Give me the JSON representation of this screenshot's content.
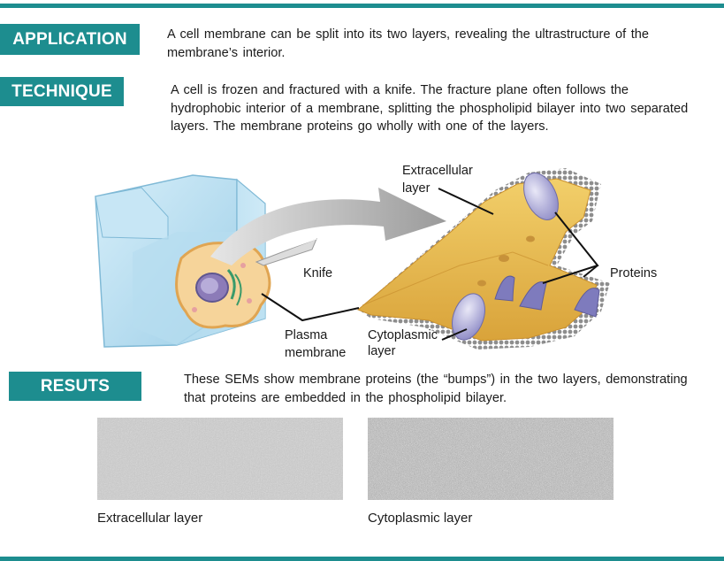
{
  "sections": {
    "application": {
      "label": "APPLICATION",
      "text": "A cell membrane  can be split into its two layers, revealing the ultrastructure of the membrane’s  interior."
    },
    "technique": {
      "label": "TECHNIQUE",
      "text": "A cell is frozen and fractured with a knife. The fracture plane often follows the hydrophobic interior of a membrane,  splitting the phospholipid  bilayer into two separated layers. The membrane  proteins go wholly with one of the layers."
    },
    "results": {
      "label": "RESUTS",
      "text": "These SEMs show membrane  proteins (the “bumps”) in the two layers, demonstrating  that proteins are embedded  in the phospholipid  bilayer."
    }
  },
  "diagram": {
    "labels": {
      "extracellular_line1": "Extracellular",
      "extracellular_line2": "layer",
      "knife": "Knife",
      "proteins": "Proteins",
      "plasma_line1": "Plasma",
      "plasma_line2": "membrane",
      "cytoplasmic_line1": "Cytoplasmic",
      "cytoplasmic_line2": "layer"
    }
  },
  "micrographs": {
    "left_caption": "Extracellular layer",
    "right_caption": "Cytoplasmic layer"
  },
  "colors": {
    "accent": "#1d8d8f",
    "membrane": "#e8b84a",
    "protein": "#8a86c4",
    "ice": "#bfe3f4"
  }
}
